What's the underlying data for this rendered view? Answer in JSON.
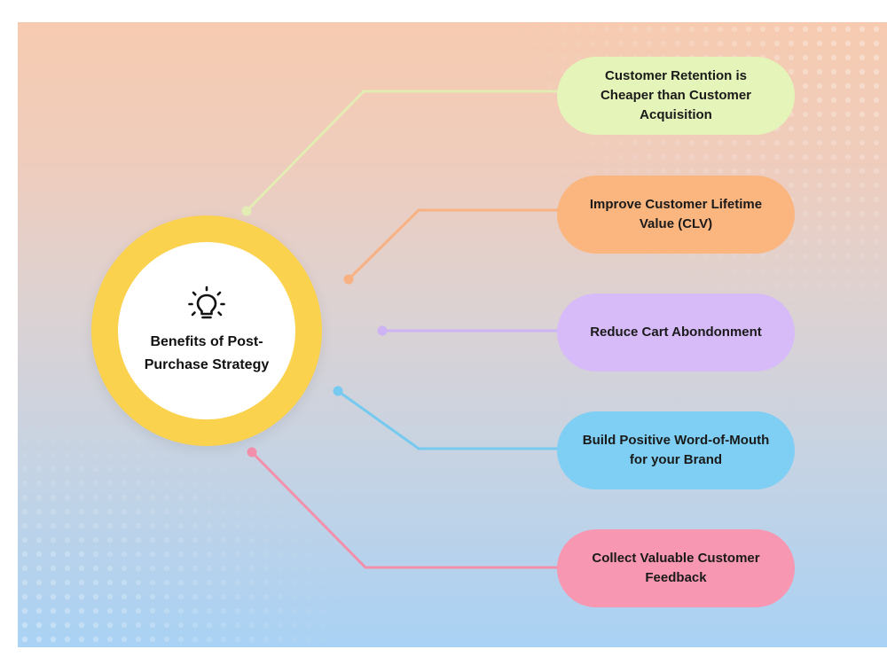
{
  "hub": {
    "title": "Benefits of Post-Purchase Strategy",
    "icon": "lightbulb-icon",
    "ring_color": "#fbd24e"
  },
  "benefits": [
    {
      "label": "Customer Retention is Cheaper than Customer Acquisition",
      "color": "#e5f4b8",
      "line_color": "#e3edb3"
    },
    {
      "label": "Improve Customer Lifetime Value (CLV)",
      "color": "#fbb57f",
      "line_color": "#f8b183"
    },
    {
      "label": "Reduce Cart Abondonment",
      "color": "#d7baf8",
      "line_color": "#cdb3f3"
    },
    {
      "label": "Build Positive Word-of-Mouth for your Brand",
      "color": "#7ecff3",
      "line_color": "#76c9ef"
    },
    {
      "label": "Collect Valuable Customer Feedback",
      "color": "#f797b1",
      "line_color": "#f28fab"
    }
  ]
}
